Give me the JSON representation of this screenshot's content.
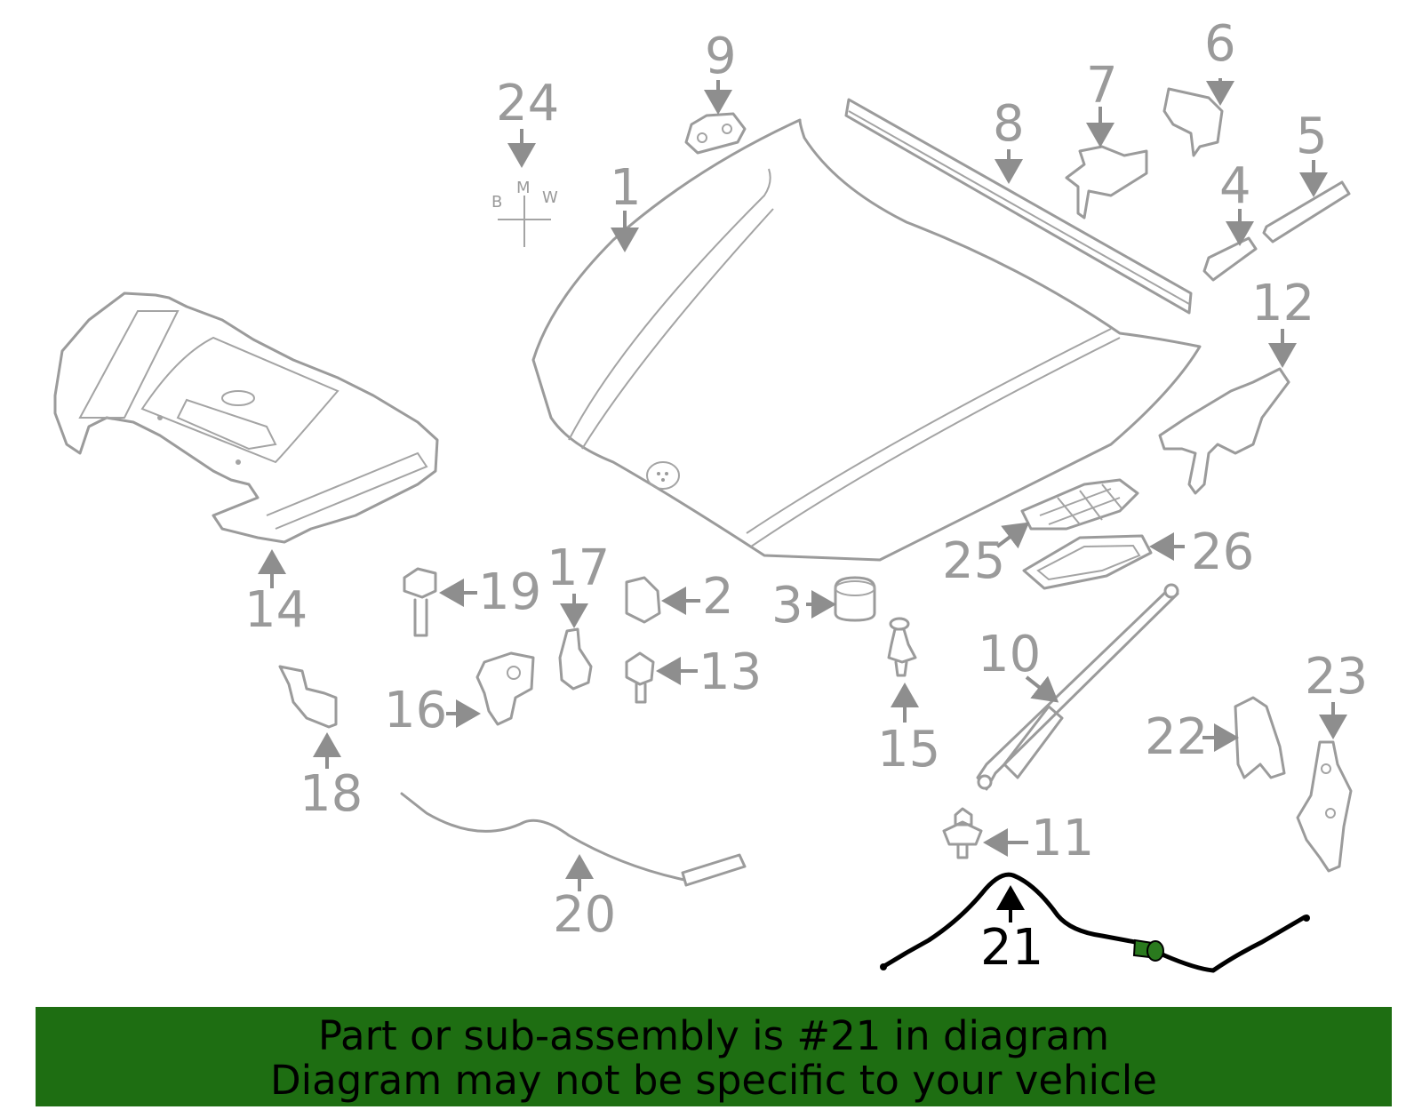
{
  "diagram": {
    "callouts": [
      "1",
      "2",
      "3",
      "4",
      "5",
      "6",
      "7",
      "8",
      "9",
      "10",
      "11",
      "12",
      "13",
      "14",
      "15",
      "16",
      "17",
      "18",
      "19",
      "20",
      "21",
      "22",
      "23",
      "24",
      "25",
      "26"
    ],
    "highlighted_part": "21",
    "brand_letters": [
      "B",
      "M",
      "W"
    ]
  },
  "banner": {
    "line1": "Part or sub-assembly is #21 in diagram",
    "line2": "Diagram may not be specific to your vehicle",
    "color": "#1e6e12"
  },
  "colors": {
    "part_outline": "#9b9b9b",
    "label": "#9a9a9a",
    "highlight": "#000000",
    "highlight_accent": "#2a7a1e"
  }
}
